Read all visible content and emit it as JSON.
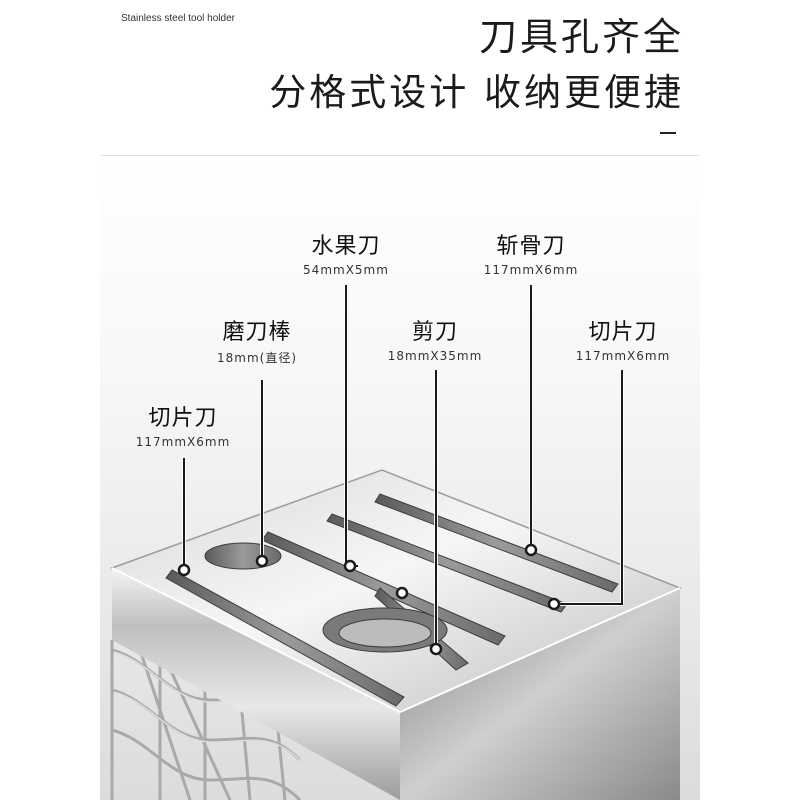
{
  "header": {
    "brand_text": "Stainless steel tool holder",
    "title_line1": "刀具孔齐全",
    "title_line2": "分格式设计  收纳更便捷"
  },
  "callouts": [
    {
      "name": "水果刀",
      "dimension": "54mmX5mm"
    },
    {
      "name": "斩骨刀",
      "dimension": "117mmX6mm"
    },
    {
      "name": "磨刀棒",
      "dimension": "18mm(直径)"
    },
    {
      "name": "剪刀",
      "dimension": "18mmX35mm"
    },
    {
      "name": "切片刀",
      "dimension": "117mmX6mm"
    },
    {
      "name": "切片刀",
      "dimension": "117mmX6mm"
    }
  ],
  "colors": {
    "accent": "#1b1b1b",
    "steel_light": "#f2f2f2",
    "steel_dark": "#8c8c8c"
  }
}
